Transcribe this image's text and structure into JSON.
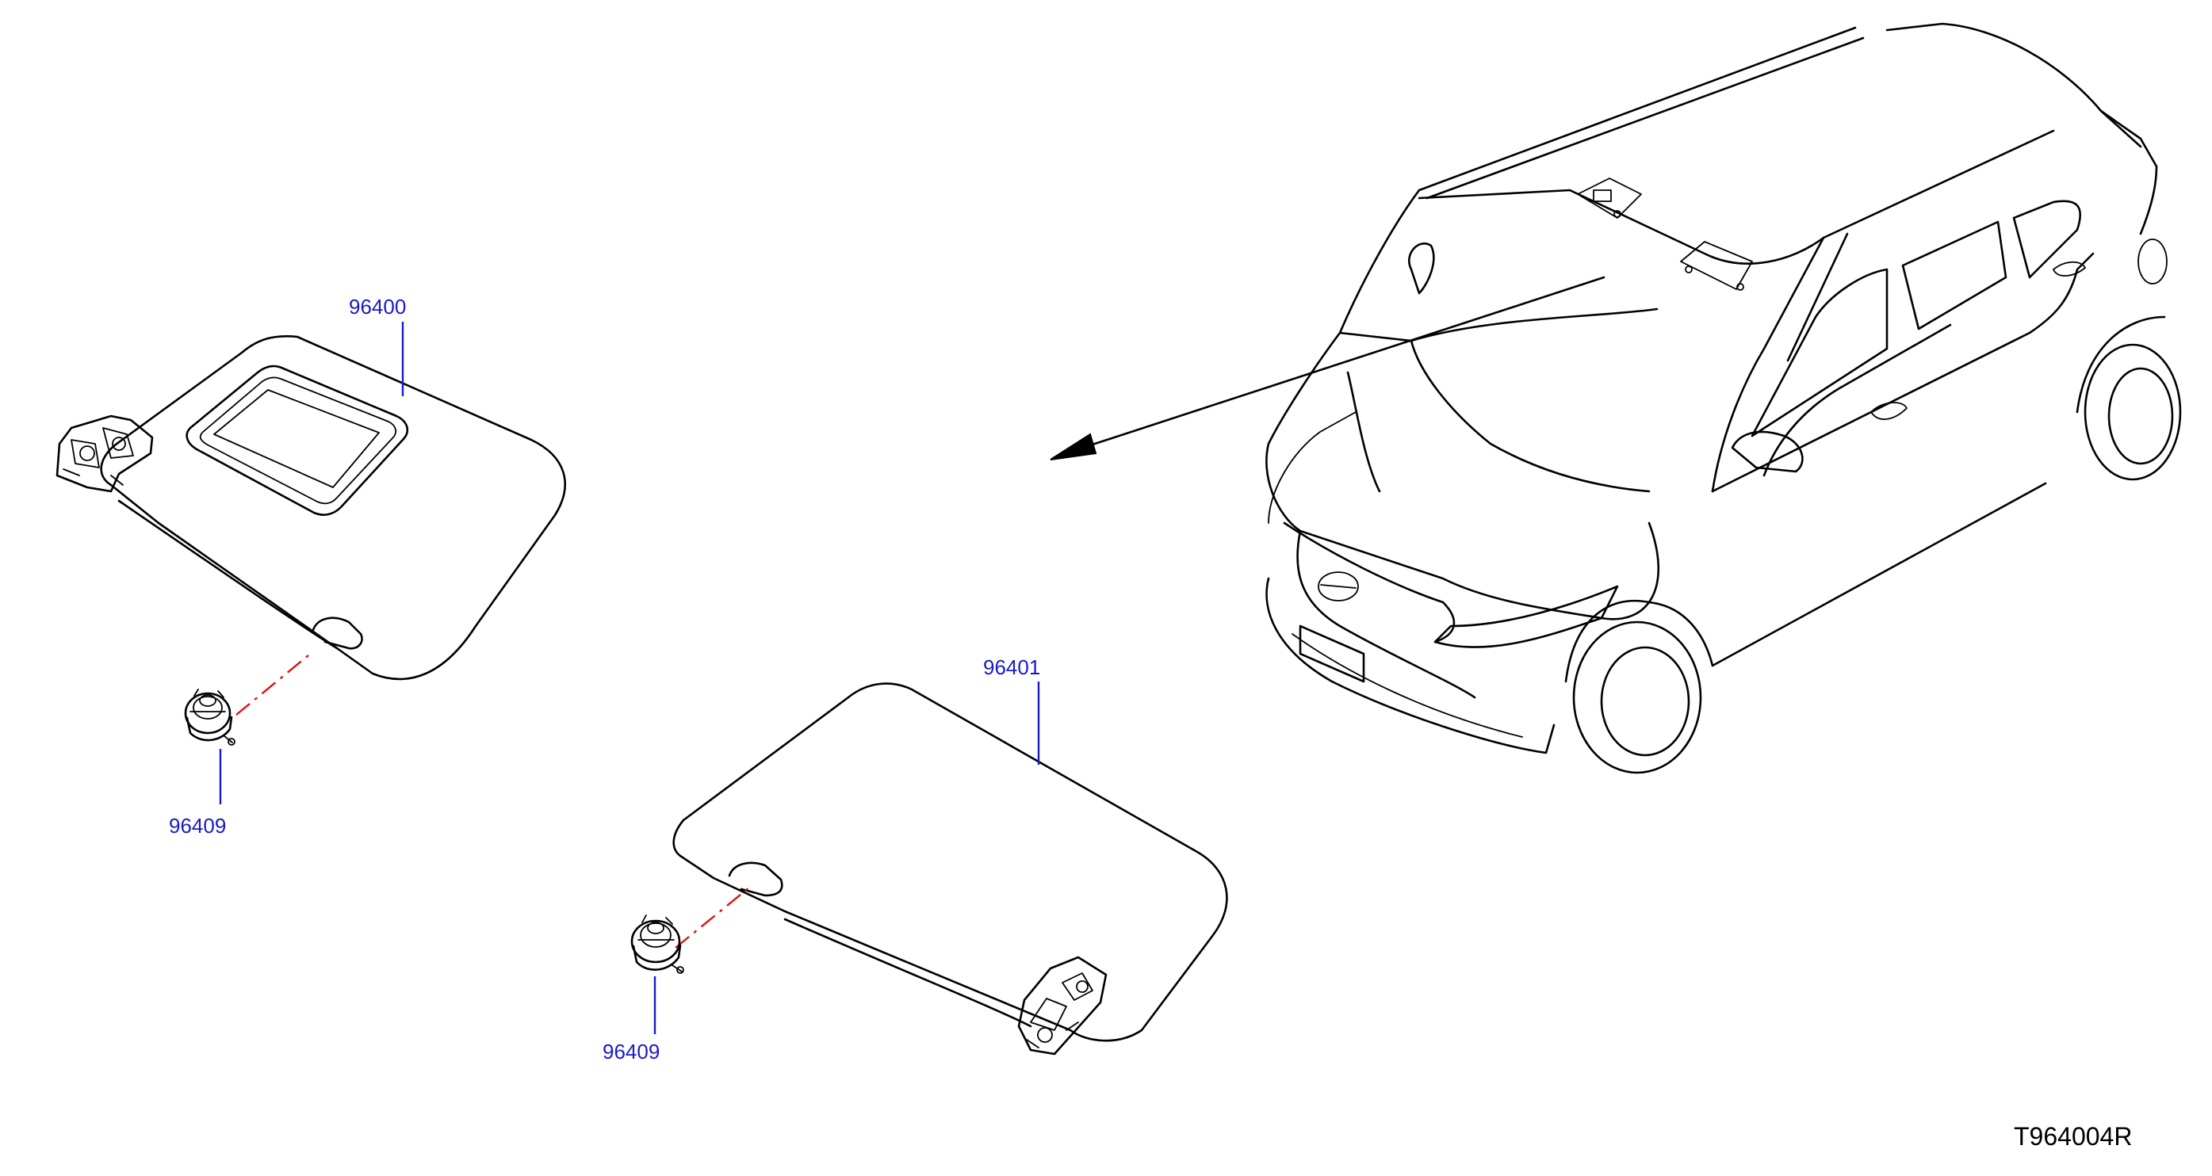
{
  "diagram": {
    "code": "T964004R",
    "colors": {
      "label": "#1a1ac8",
      "phantom_line": "#e01010",
      "outline": "#000000"
    }
  },
  "parts": [
    {
      "id": "sun-visor-assy-1",
      "number": "96400"
    },
    {
      "id": "sun-visor-holder-1",
      "number": "96409"
    },
    {
      "id": "sun-visor-assy-2",
      "number": "96401"
    },
    {
      "id": "sun-visor-holder-2",
      "number": "96409"
    }
  ]
}
